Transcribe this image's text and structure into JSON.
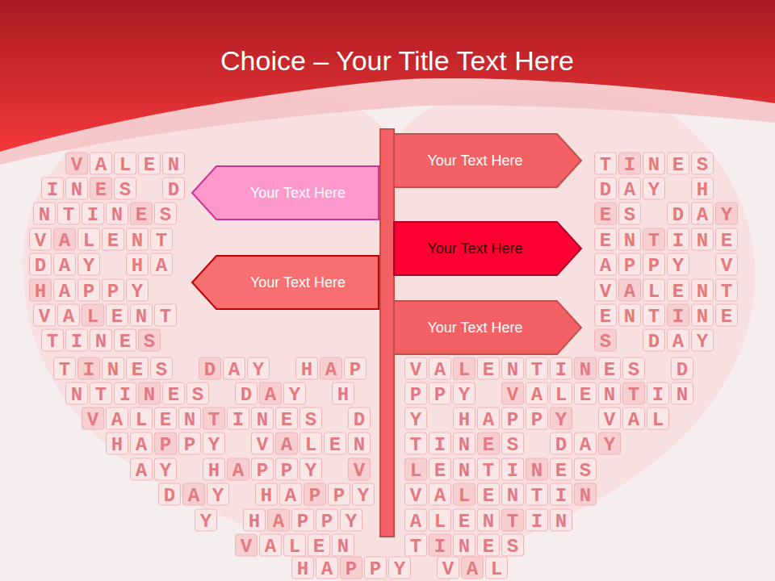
{
  "diagram": {
    "title": "Choice – Your Title Text Here",
    "nodes": [
      {
        "text": [
          "Your Text Here"
        ]
      },
      {
        "text": [
          "Your Text Here"
        ]
      },
      {
        "text": [
          "Your Text Here"
        ]
      },
      {
        "text": [
          "Your Text Here"
        ]
      },
      {
        "text": [
          "Your Text Here"
        ]
      }
    ],
    "labels": [
      "VALEN",
      "TINES",
      "INES D",
      "DAY H",
      "NTINES",
      "ES DAY",
      "VALENT",
      "ENTINE",
      "DAY HA",
      "APPY V",
      "HAPPY",
      "VALENT",
      "VALENT",
      "ENTINE",
      "TINES",
      "S DAY",
      "TINES DAY HAP",
      "VALENTINES D",
      "NTINES DAY H",
      "PPY VALENTIN",
      "VALENTINES D",
      "Y HAPPY VAL",
      "HAPPY VALEN",
      "TINES DAY",
      "AY HAPPY V",
      "LENTINES",
      "DAY HAPPY",
      "VALENTIN",
      "Y HAPPY",
      "ALENTIN",
      "VALEN",
      "TINES",
      "HAPPY VAL"
    ]
  }
}
